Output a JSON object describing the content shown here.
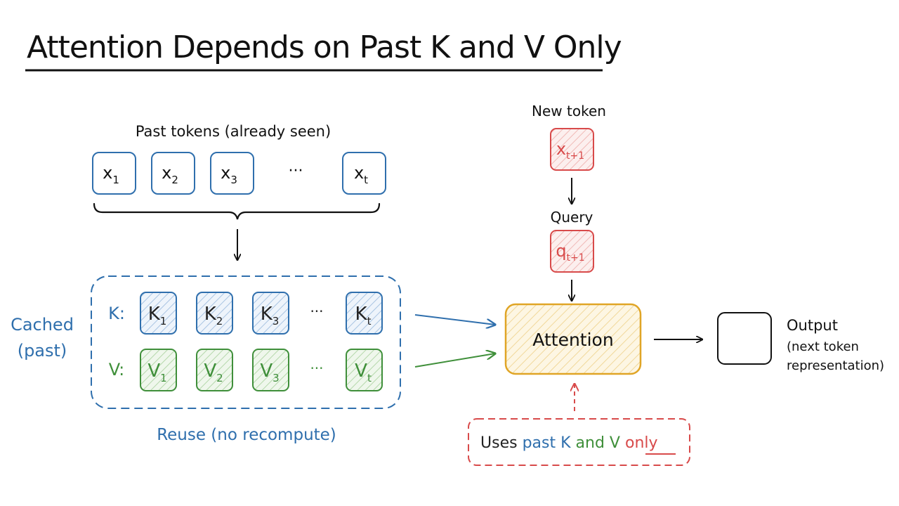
{
  "title": "Attention Depends on Past K and V Only",
  "past_tokens": {
    "label": "Past tokens (already seen)",
    "tokens": [
      {
        "base": "x",
        "sub": "1"
      },
      {
        "base": "x",
        "sub": "2"
      },
      {
        "base": "x",
        "sub": "3"
      },
      {
        "base": "x",
        "sub": "t"
      }
    ],
    "ellipsis": "···"
  },
  "cache": {
    "side_label_line1": "Cached",
    "side_label_line2": "(past)",
    "k_label": "K:",
    "v_label": "V:",
    "k_cells": [
      {
        "base": "K",
        "sub": "1"
      },
      {
        "base": "K",
        "sub": "2"
      },
      {
        "base": "K",
        "sub": "3"
      },
      {
        "base": "K",
        "sub": "t"
      }
    ],
    "v_cells": [
      {
        "base": "V",
        "sub": "1"
      },
      {
        "base": "V",
        "sub": "2"
      },
      {
        "base": "V",
        "sub": "3"
      },
      {
        "base": "V",
        "sub": "t"
      }
    ],
    "ellipsis": "···",
    "reuse_label": "Reuse (no recompute)"
  },
  "new_token": {
    "label": "New token",
    "token": {
      "base": "x",
      "sub": "t+1"
    },
    "query_label": "Query",
    "query": {
      "base": "q",
      "sub": "t+1"
    }
  },
  "attention": {
    "label": "Attention"
  },
  "output": {
    "line1": "Output",
    "line2": "(next token",
    "line3": "representation)"
  },
  "note": {
    "prefix": "Uses ",
    "past_k": "past K",
    "and": " and ",
    "v": "V",
    "only": "only"
  },
  "colors": {
    "blue": "#2f6fad",
    "green": "#3f8f3a",
    "red": "#d84a4a",
    "orange": "#e0a526"
  }
}
